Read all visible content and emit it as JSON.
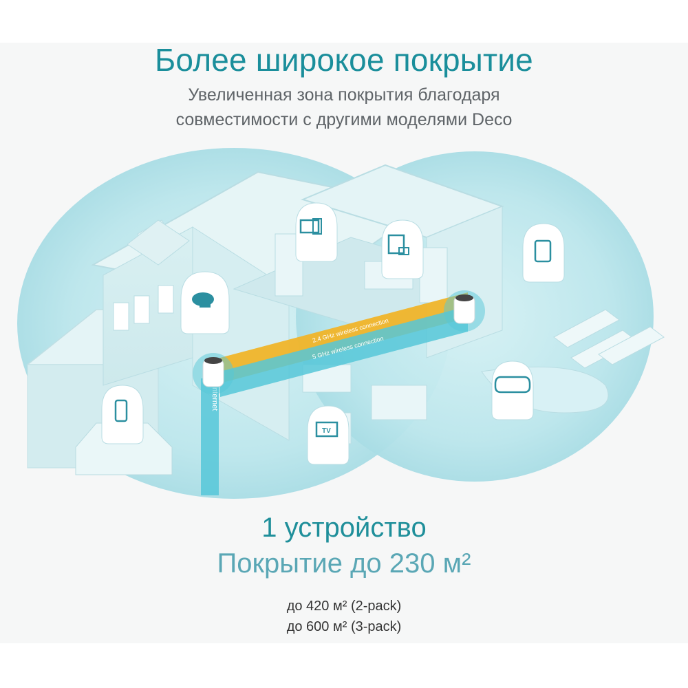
{
  "title": "Более широкое покрытие",
  "subtitle_line1": "Увеличенная зона покрытия благодаря",
  "subtitle_line2": "совместимости с другими моделями Deco",
  "devices_count": "1 устройство",
  "coverage": "Покрытие до 230 м²",
  "pack2": "до 420 м² (2-pack)",
  "pack3": "до 600 м² (3-pack)",
  "band_24": "2.4 GHz wireless connection",
  "band_5": "5 GHz wireless connection",
  "internet_label": "Internet",
  "tv_label": "TV",
  "colors": {
    "accent": "#1a8e9b",
    "bubble": "#b9e6ec",
    "band": "#f0b429",
    "beam": "#56c7d8"
  }
}
